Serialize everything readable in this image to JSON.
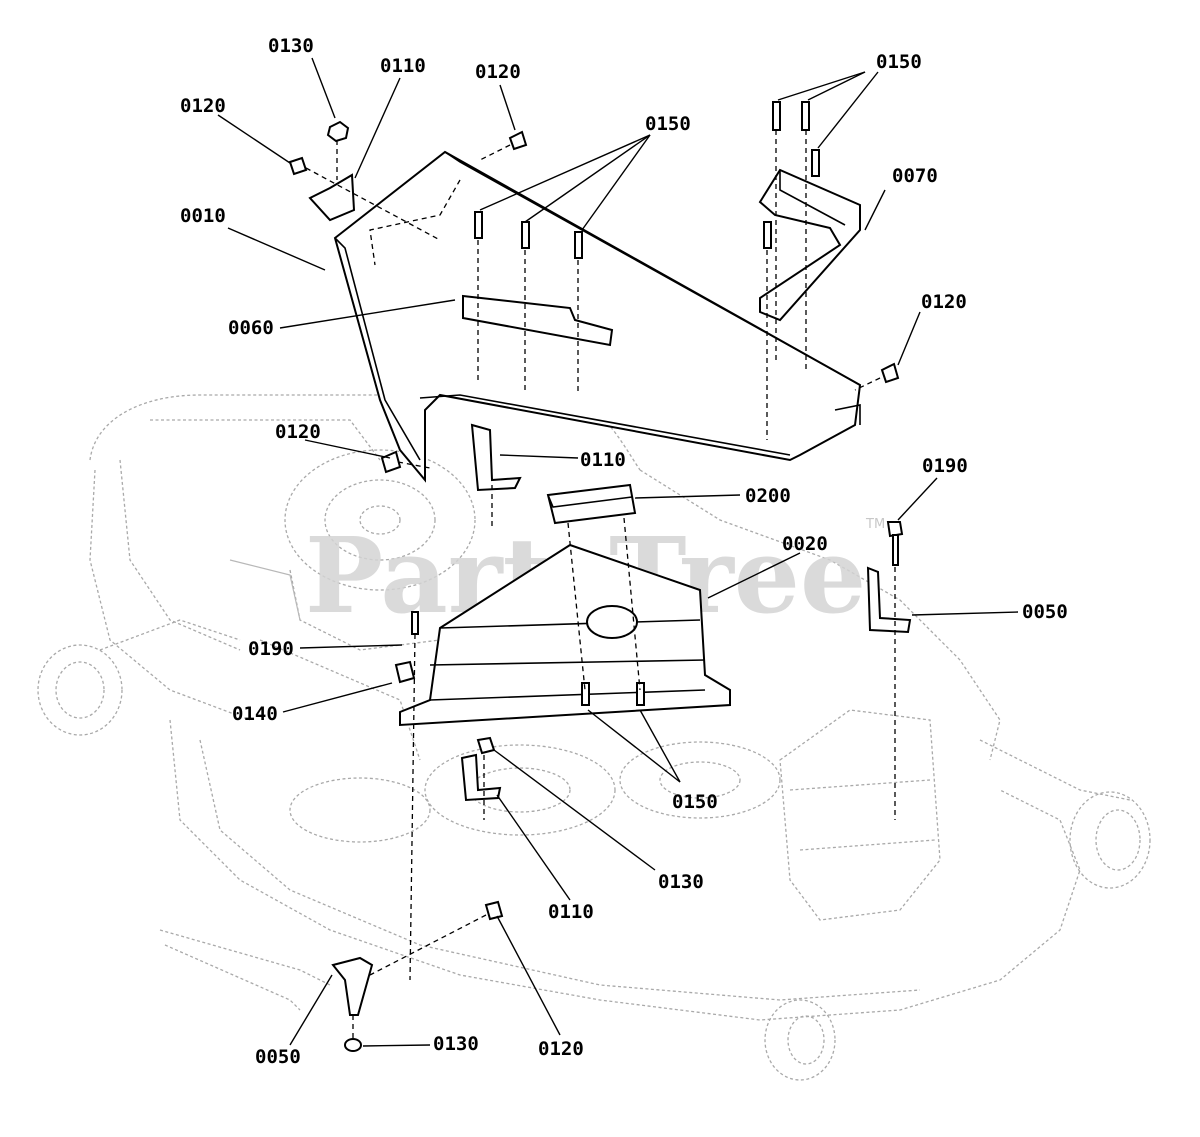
{
  "watermark": {
    "text": "PartsTree",
    "trademark": "TM"
  },
  "callouts": [
    {
      "id": "c-0130-top",
      "label": "0130"
    },
    {
      "id": "c-0110-top",
      "label": "0110"
    },
    {
      "id": "c-0120-top",
      "label": "0120"
    },
    {
      "id": "c-0120-left",
      "label": "0120"
    },
    {
      "id": "c-0150-center",
      "label": "0150"
    },
    {
      "id": "c-0150-right",
      "label": "0150"
    },
    {
      "id": "c-0070",
      "label": "0070"
    },
    {
      "id": "c-0010",
      "label": "0010"
    },
    {
      "id": "c-0120-right",
      "label": "0120"
    },
    {
      "id": "c-0060",
      "label": "0060"
    },
    {
      "id": "c-0120-mid",
      "label": "0120"
    },
    {
      "id": "c-0110-mid",
      "label": "0110"
    },
    {
      "id": "c-0190-right",
      "label": "0190"
    },
    {
      "id": "c-0200",
      "label": "0200"
    },
    {
      "id": "c-0020",
      "label": "0020"
    },
    {
      "id": "c-0050-right",
      "label": "0050"
    },
    {
      "id": "c-0190-left",
      "label": "0190"
    },
    {
      "id": "c-0140",
      "label": "0140"
    },
    {
      "id": "c-0150-bottom",
      "label": "0150"
    },
    {
      "id": "c-0130-mid",
      "label": "0130"
    },
    {
      "id": "c-0110-bottom",
      "label": "0110"
    },
    {
      "id": "c-0050-bottom",
      "label": "0050"
    },
    {
      "id": "c-0130-bottom",
      "label": "0130"
    },
    {
      "id": "c-0120-bottom",
      "label": "0120"
    }
  ]
}
